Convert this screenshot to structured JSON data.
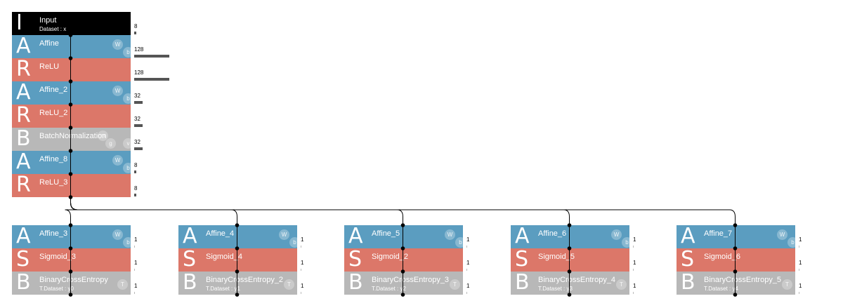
{
  "colors": {
    "affine": "#5b9dc0",
    "activation": "#dc7769",
    "batchnorm": "#b8b8b8",
    "input": "#000000",
    "wire": "#000000",
    "size_bar": "#555555"
  },
  "network": {
    "main": [
      {
        "letter": "I",
        "name": "Input",
        "sub": "Dataset : x",
        "kind": "input",
        "output_size": "8",
        "params": []
      },
      {
        "letter": "A",
        "name": "Affine",
        "sub": "",
        "kind": "affine",
        "output_size": "128",
        "params": [
          "W",
          "b"
        ]
      },
      {
        "letter": "R",
        "name": "ReLU",
        "sub": "",
        "kind": "activation",
        "output_size": "128",
        "params": []
      },
      {
        "letter": "A",
        "name": "Affine_2",
        "sub": "",
        "kind": "affine",
        "output_size": "32",
        "params": [
          "W",
          "b"
        ]
      },
      {
        "letter": "R",
        "name": "ReLU_2",
        "sub": "",
        "kind": "activation",
        "output_size": "32",
        "params": []
      },
      {
        "letter": "B",
        "name": "BatchNormalization",
        "sub": "",
        "kind": "batchnorm",
        "output_size": "32",
        "params": [
          "m",
          "g",
          "v"
        ]
      },
      {
        "letter": "A",
        "name": "Affine_8",
        "sub": "",
        "kind": "affine",
        "output_size": "8",
        "params": [
          "W",
          "b"
        ]
      },
      {
        "letter": "R",
        "name": "ReLU_3",
        "sub": "",
        "kind": "activation",
        "output_size": "8",
        "params": []
      }
    ],
    "branches": [
      [
        {
          "letter": "A",
          "name": "Affine_3",
          "sub": "",
          "kind": "affine",
          "output_size": "1",
          "params": [
            "W",
            "b"
          ]
        },
        {
          "letter": "S",
          "name": "Sigmoid_3",
          "sub": "",
          "kind": "activation",
          "output_size": "1",
          "params": []
        },
        {
          "letter": "B",
          "name": "BinaryCrossEntropy",
          "sub": "T.Dataset : y0",
          "kind": "batchnorm",
          "output_size": "1",
          "params": [
            "T"
          ]
        }
      ],
      [
        {
          "letter": "A",
          "name": "Affine_4",
          "sub": "",
          "kind": "affine",
          "output_size": "1",
          "params": [
            "W",
            "b"
          ]
        },
        {
          "letter": "S",
          "name": "Sigmoid_4",
          "sub": "",
          "kind": "activation",
          "output_size": "1",
          "params": []
        },
        {
          "letter": "B",
          "name": "BinaryCrossEntropy_2",
          "sub": "T.Dataset : y1",
          "kind": "batchnorm",
          "output_size": "1",
          "params": [
            "T"
          ]
        }
      ],
      [
        {
          "letter": "A",
          "name": "Affine_5",
          "sub": "",
          "kind": "affine",
          "output_size": "1",
          "params": [
            "W",
            "b"
          ]
        },
        {
          "letter": "S",
          "name": "Sigmoid_2",
          "sub": "",
          "kind": "activation",
          "output_size": "1",
          "params": []
        },
        {
          "letter": "B",
          "name": "BinaryCrossEntropy_3",
          "sub": "T.Dataset : y2",
          "kind": "batchnorm",
          "output_size": "1",
          "params": [
            "T"
          ]
        }
      ],
      [
        {
          "letter": "A",
          "name": "Affine_6",
          "sub": "",
          "kind": "affine",
          "output_size": "1",
          "params": [
            "W",
            "b"
          ]
        },
        {
          "letter": "S",
          "name": "Sigmoid_5",
          "sub": "",
          "kind": "activation",
          "output_size": "1",
          "params": []
        },
        {
          "letter": "B",
          "name": "BinaryCrossEntropy_4",
          "sub": "T.Dataset : y3",
          "kind": "batchnorm",
          "output_size": "1",
          "params": [
            "T"
          ]
        }
      ],
      [
        {
          "letter": "A",
          "name": "Affine_7",
          "sub": "",
          "kind": "affine",
          "output_size": "1",
          "params": [
            "W",
            "b"
          ]
        },
        {
          "letter": "S",
          "name": "Sigmoid_6",
          "sub": "",
          "kind": "activation",
          "output_size": "1",
          "params": []
        },
        {
          "letter": "B",
          "name": "BinaryCrossEntropy_5",
          "sub": "T.Dataset : y4",
          "kind": "batchnorm",
          "output_size": "1",
          "params": [
            "T"
          ]
        }
      ]
    ]
  }
}
